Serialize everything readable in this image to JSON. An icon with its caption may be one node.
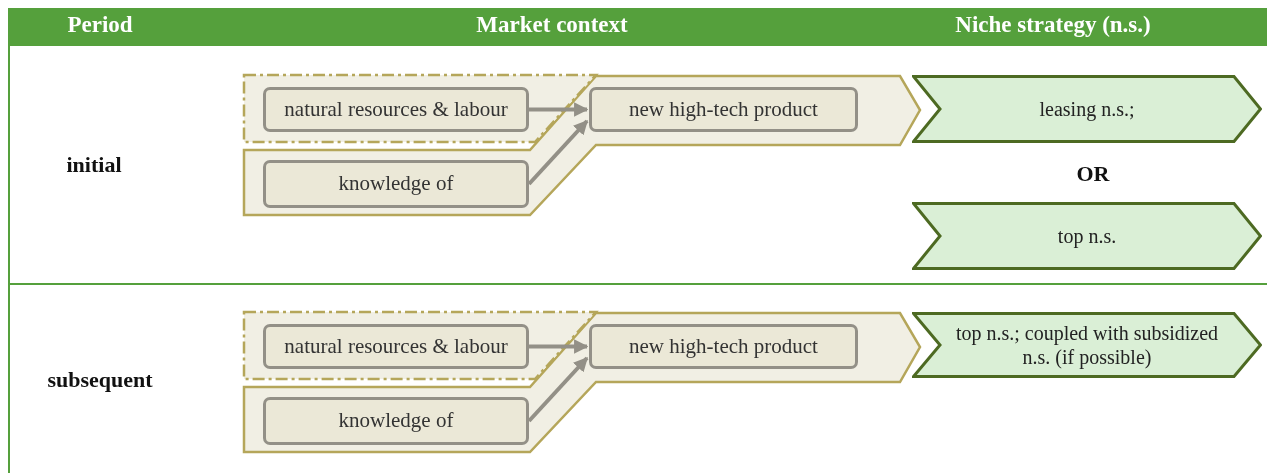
{
  "diagram": {
    "nodes": [
      {
        "text": [
          "natural resources & labour"
        ]
      },
      {
        "text": [
          "knowledge of"
        ]
      },
      {
        "text": [
          "new high-tech product"
        ]
      },
      {
        "text": [
          "leasing n.s.;"
        ]
      },
      {
        "text": [
          "top n.s."
        ]
      },
      {
        "text": [
          "natural resources & labour"
        ]
      },
      {
        "text": [
          "knowledge of"
        ]
      },
      {
        "text": [
          "new high-tech product"
        ]
      },
      {
        "text": [
          "top n.s.; coupled with subsidized n.s. (if possible)"
        ]
      }
    ],
    "edges": [
      {
        "from": 0,
        "to": 2,
        "arrow": "to"
      },
      {
        "from": 1,
        "to": 2,
        "arrow": "to"
      },
      {
        "from": 5,
        "to": 7,
        "arrow": "to"
      },
      {
        "from": 6,
        "to": 7,
        "arrow": "to"
      }
    ],
    "labels": [
      "Period",
      "Market context",
      "Niche strategy (n.s.)",
      "initial",
      "OR",
      "subsequent"
    ]
  }
}
